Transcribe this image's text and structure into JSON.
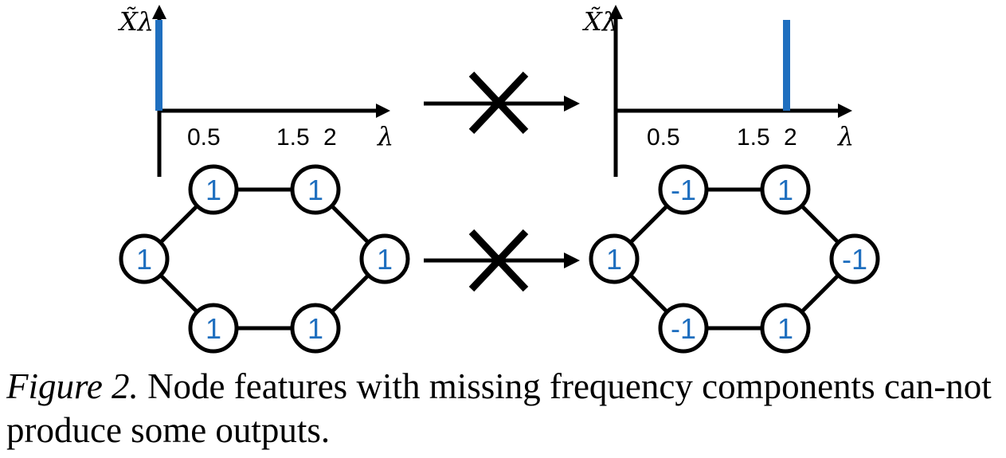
{
  "colors": {
    "accent": "#1f6fbf",
    "ink": "#000000"
  },
  "left_spectrum": {
    "y_label": "X̃λ",
    "x_label": "λ",
    "ticks": [
      "0.5",
      "1.5",
      "2"
    ],
    "bar_at": 0
  },
  "right_spectrum": {
    "y_label": "X̃λ",
    "x_label": "λ",
    "ticks": [
      "0.5",
      "1.5",
      "2"
    ],
    "bar_at": 2
  },
  "left_graph": {
    "nodes": [
      "1",
      "1",
      "1",
      "1",
      "1",
      "1"
    ]
  },
  "right_graph": {
    "nodes": [
      "-1",
      "1",
      "1",
      "-1",
      "-1",
      "1"
    ]
  },
  "caption": {
    "label": "Figure 2.",
    "text": "Node features with missing frequency components can-not produce some outputs."
  }
}
